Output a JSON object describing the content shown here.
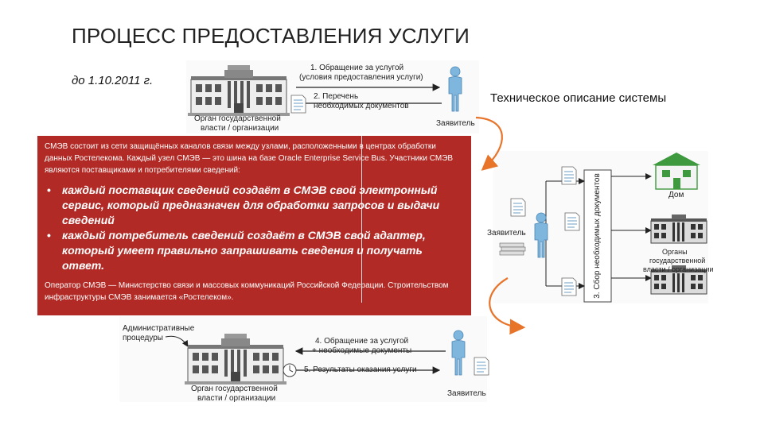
{
  "title": "ПРОЦЕСС ПРЕДОСТАВЛЕНИЯ УСЛУГИ",
  "subtitle_date": "до 1.10.2011 г.",
  "tech_description": "Техническое описание системы",
  "top_diagram": {
    "step1_line1": "1. Обращение за услугой",
    "step1_line2": "(условия предоставления услуги)",
    "step2_line1": "2. Перечень",
    "step2_line2": "необходимых документов",
    "org_line1": "Орган государственной",
    "org_line2": "власти / организации",
    "applicant": "Заявитель"
  },
  "bottom_diagram": {
    "admin_line1": "Административные",
    "admin_line2": "процедуры",
    "step4_line1": "4. Обращение за услугой",
    "step4_line2": "+ необходимые документы",
    "step5": "5. Результаты оказания услуги",
    "org_line1": "Орган государственной",
    "org_line2": "власти / организации",
    "applicant": "Заявитель"
  },
  "right_diagram": {
    "vertical_label": "3. Сбор необходимых документов",
    "applicant": "Заявитель",
    "home": "Дом",
    "organs_line1": "Органы",
    "organs_line2": "государственной",
    "organs_line3": "власти / организации"
  },
  "red_box": {
    "intro": "СМЭВ состоит из сети защищённых каналов связи между узлами, расположенными в центрах обработки данных Ростелекома. Каждый узел СМЭВ — это шина на базе Oracle Enterprise Service Bus. Участники СМЭВ являются поставщиками и потребителями сведений:",
    "bullet_char": "•",
    "bullet1": "каждый поставщик сведений создаёт в СМЭВ свой электронный сервис, который предназначен для обработки запросов и выдачи сведений",
    "bullet2": "каждый потребитель сведений создаёт в СМЭВ свой адаптер, который умеет правильно запрашивать сведения и получать ответ.",
    "outro": "Оператор СМЭВ — Министерство связи и массовых коммуникаций Российской Федерации. Строительством инфраструктуры СМЭВ занимается «Ростелеком»."
  },
  "colors": {
    "red_box": "#b22a25",
    "arrow_orange": "#e8742a",
    "person_blue": "#7fb6de",
    "building_gray": "#6f6f6f",
    "home_green": "#3f9a3f"
  },
  "icons": [
    "building-icon",
    "person-icon",
    "document-icon",
    "clock-icon",
    "house-icon",
    "curved-arrow-icon"
  ]
}
